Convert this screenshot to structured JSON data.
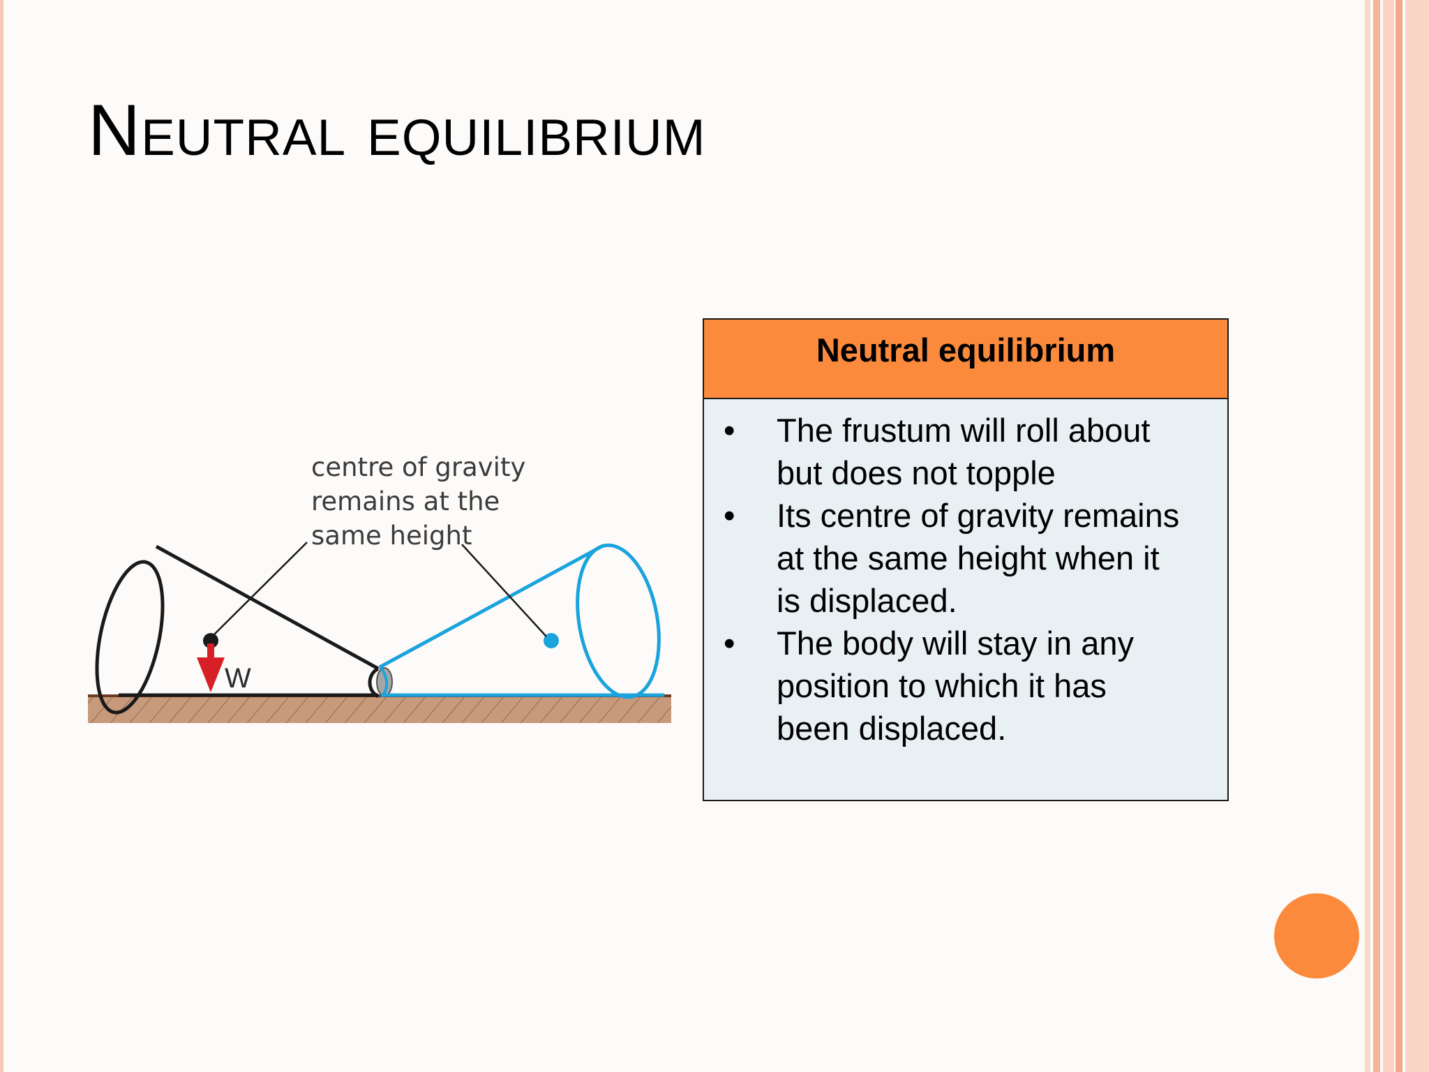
{
  "slide": {
    "title": "Neutral equilibrium"
  },
  "diagram": {
    "label_line1": "centre of gravity",
    "label_line2": "remains at the",
    "label_line3": "same height",
    "weight_label": "W",
    "colors": {
      "left_frustum": "#1a1a1a",
      "right_frustum": "#1aa3dc",
      "weight_arrow": "#d61f26",
      "ground": "#c89a7c",
      "ground_top": "#6b3a22"
    }
  },
  "info_box": {
    "header": "Neutral equilibrium",
    "bullet_symbol": "•",
    "bullets": [
      {
        "line1": "The frustum will roll about",
        "line2": "but does not topple"
      },
      {
        "line1": "Its centre of gravity remains",
        "line2": "at the same height when it",
        "line3": "is displaced."
      },
      {
        "line1": "The body will stay in any",
        "line2": "position to which it has",
        "line3": "been displaced."
      }
    ],
    "colors": {
      "header_bg": "#fb8a3c",
      "body_bg": "#e8f0f4"
    }
  },
  "decor": {
    "accent": "#fb8a3c",
    "stripe_color": "#f7b49a"
  }
}
